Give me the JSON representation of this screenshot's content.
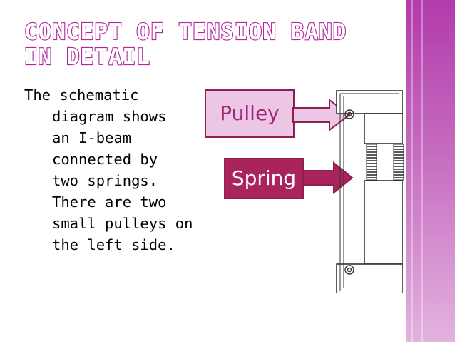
{
  "slide": {
    "title": "Concept of tension band in detail",
    "description_lines": [
      "The schematic",
      "diagram shows",
      "an I-beam",
      "connected by",
      "two springs.",
      "There are two",
      "small pulleys on",
      "the left side."
    ]
  },
  "labels": {
    "pulley": "Pulley",
    "spring": "Spring"
  },
  "colors": {
    "accent_magenta": "#b0279f",
    "side_band": "#c66cc0",
    "pulley_box_fill": "#ecc6e4",
    "spring_box_fill": "#a9245b",
    "box_border": "#8f1f4e"
  }
}
